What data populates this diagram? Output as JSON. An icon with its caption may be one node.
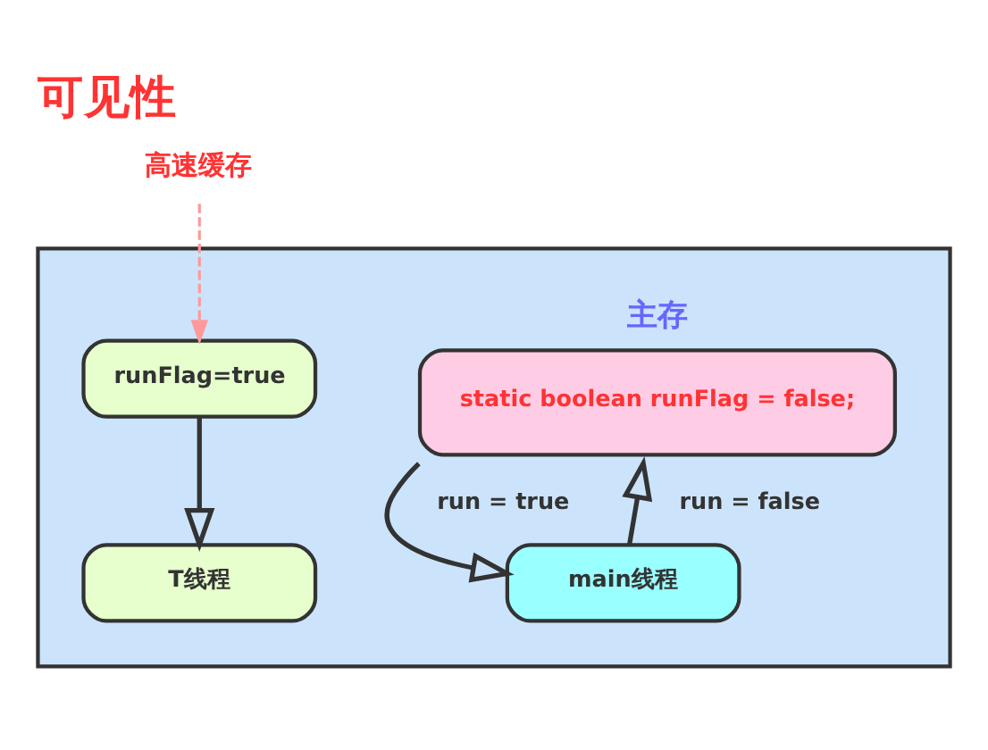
{
  "diagram": {
    "title": "可见性",
    "nodes": [
      {
        "text": [],
        "shape": "box"
      },
      {
        "text": [
          "主存",
          "static boolean runFlag = false;"
        ],
        "in": 0
      },
      {
        "text": [
          "高速缓存"
        ]
      },
      {
        "text": [
          "runFlag=true"
        ],
        "in": 0
      },
      {
        "text": [
          "main线程"
        ],
        "in": 0
      },
      {
        "text": [
          "T线程"
        ],
        "in": 0
      }
    ],
    "edges": [
      {
        "from": 1,
        "to": 4,
        "arrow": "to",
        "label": "run = true"
      },
      {
        "from": 4,
        "to": 1,
        "arrow": "to",
        "label": "run = false"
      },
      {
        "from": 2,
        "to": 3,
        "arrow": "to",
        "style": "dashed",
        "color": "#ff9999"
      },
      {
        "from": 3,
        "to": 5,
        "arrow": "to"
      }
    ]
  }
}
